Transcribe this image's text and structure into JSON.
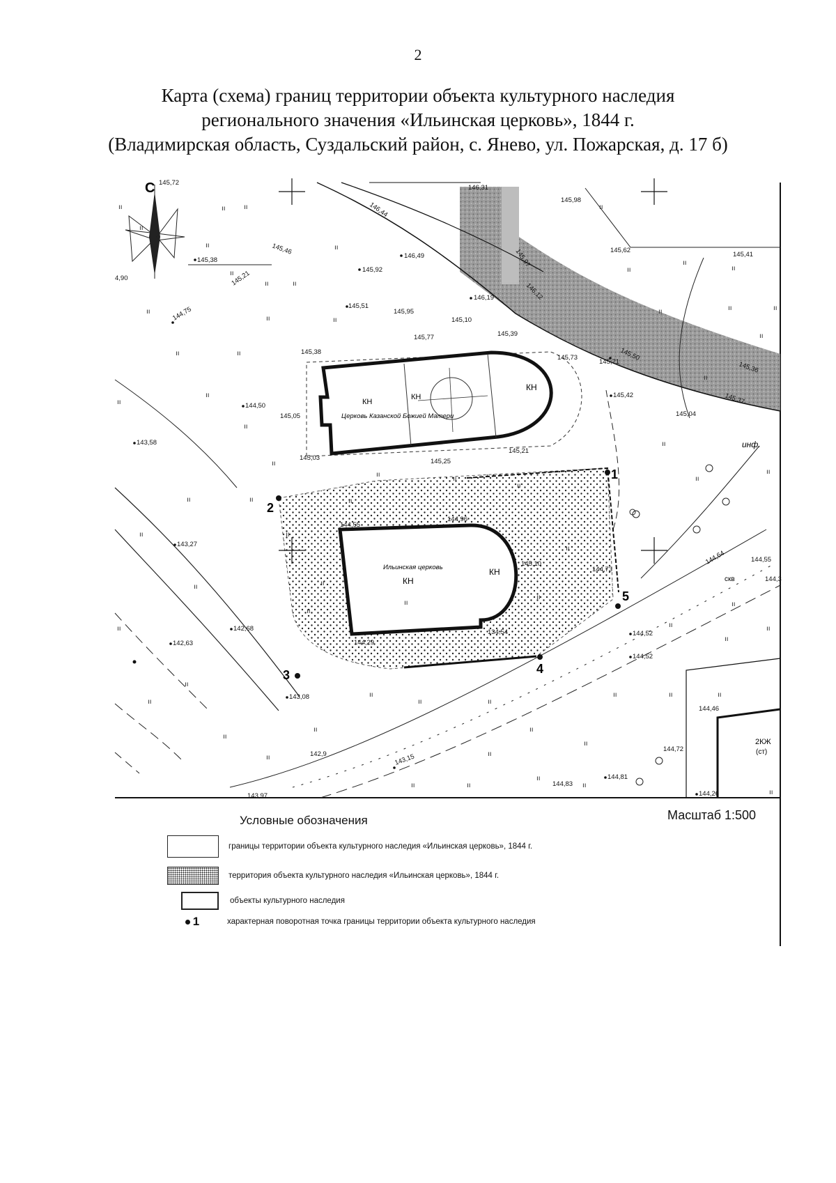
{
  "page_number": "2",
  "title": {
    "line1": "Карта (схема) границ территории объекта культурного наследия",
    "line2": "регионального значения «Ильинская церковь», 1844 г.",
    "line3": "(Владимирская область, Суздальский район, с. Янево, ул. Пожарская, д. 17 б)"
  },
  "map": {
    "compass_letter": "С",
    "church_upper_label": "Церковь Казанской Божией Матери",
    "church_lower_label": "Ильинская церковь",
    "heritage_marker": "КН",
    "road_label": "инф.",
    "building_label": "2КЖ",
    "building_sub": "(ст)",
    "well_label": "скв",
    "boundary_points": [
      "1",
      "2",
      "3",
      "4",
      "5"
    ],
    "elevations": [
      "145,72",
      "145,38",
      "4,90",
      "144,75",
      "145,46",
      "145,21",
      "145,92",
      "146,49",
      "145,51",
      "145,95",
      "146,19",
      "145,10",
      "145,77",
      "145,39",
      "145,73",
      "145,71",
      "145,38",
      "144,50",
      "145,05",
      "145,03",
      "145,25",
      "145,21",
      "145,42",
      "145,04",
      "143,58",
      "146,31",
      "145,98",
      "145,62",
      "145,41",
      "146,44",
      "145,97",
      "146,12",
      "145,37",
      "145,50",
      "145,36",
      "144,55",
      "144,96",
      "145,10",
      "144,73",
      "144,64",
      "144,55",
      "144,3",
      "144,52",
      "144,52",
      "134,54",
      "144,29",
      "143,27",
      "142,68",
      "142,63",
      "143,08",
      "142,9",
      "143,15",
      "144,72",
      "144,81",
      "144,83",
      "144,46",
      "144,26",
      "143,97"
    ]
  },
  "scale": "Масштаб 1:500",
  "legend": {
    "title": "Условные обозначения",
    "items": [
      "границы территории объекта культурного наследия «Ильинская церковь», 1844 г.",
      "территория объекта культурного наследия «Ильинская церковь», 1844 г.",
      "объекты культурного наследия",
      "характерная поворотная точка границы территории объекта культурного наследия"
    ],
    "point_number": "1"
  },
  "colors": {
    "ink": "#111111",
    "road_fill": "#8a8a8a",
    "territory_dots": "#222222"
  }
}
